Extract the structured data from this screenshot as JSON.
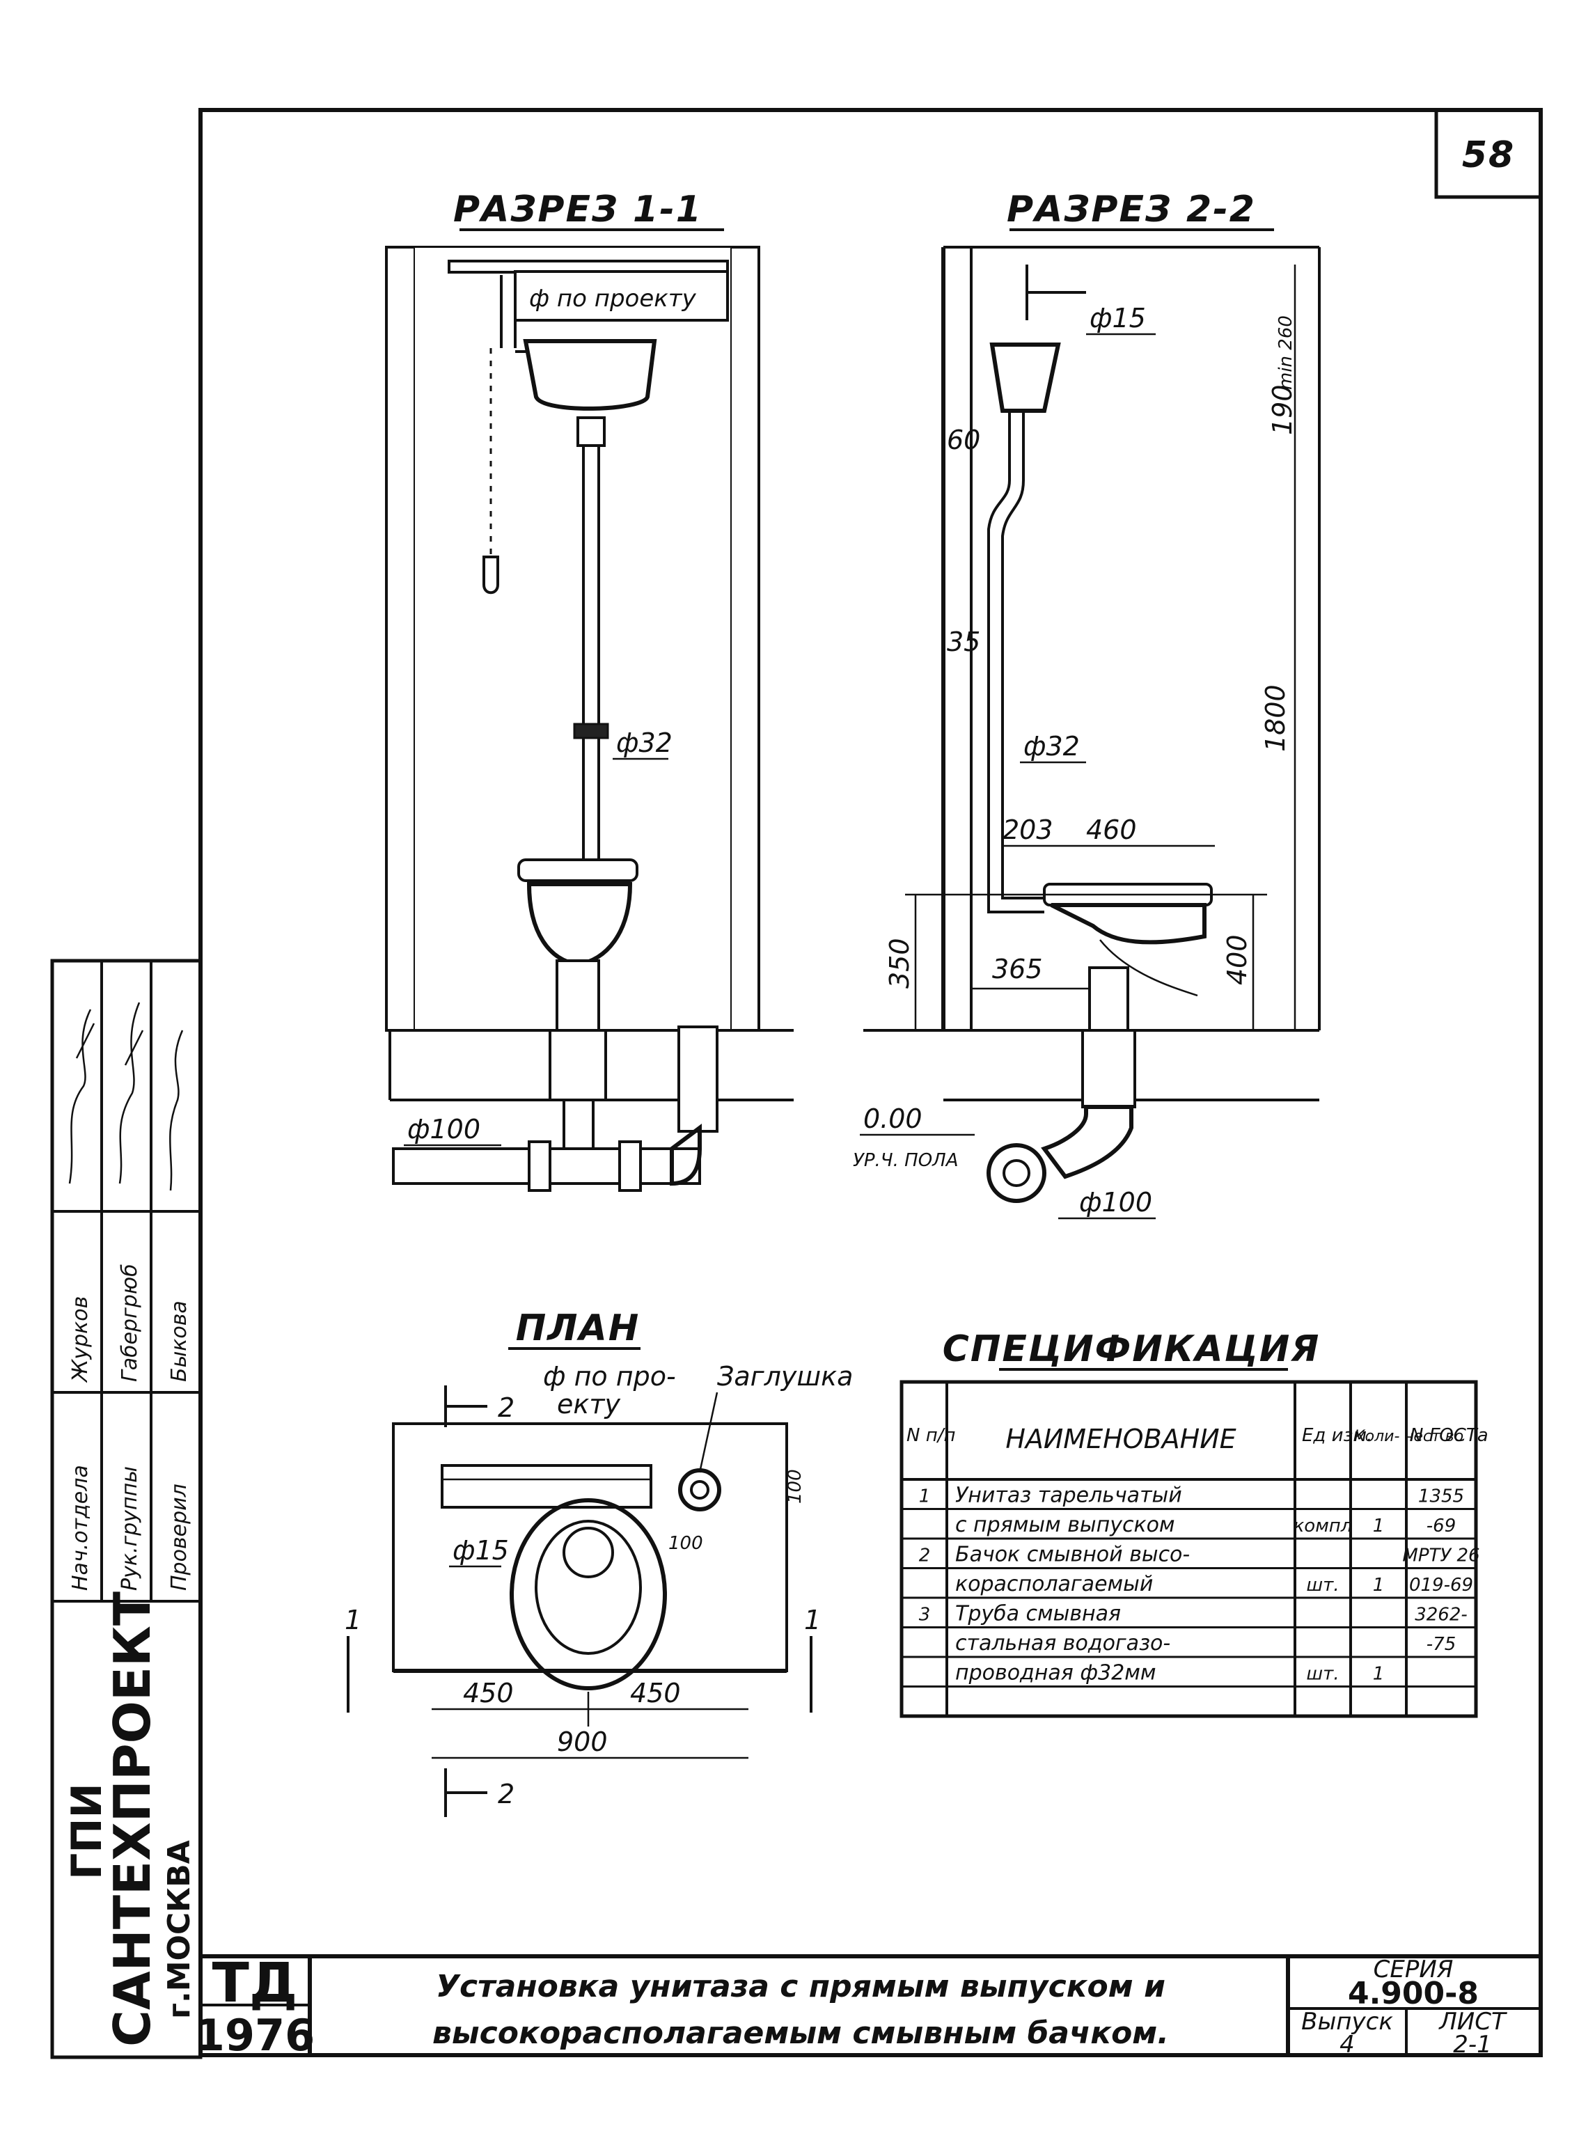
{
  "page_number": "58",
  "sections": {
    "section_1_title": "РАЗРЕЗ 1-1",
    "section_2_title": "РАЗРЕЗ 2-2",
    "plan_title": "ПЛАН"
  },
  "section_1_labels": {
    "phi_project": "ф по проекту",
    "phi32": "ф32",
    "phi100": "ф100"
  },
  "section_2_labels": {
    "phi15": "ф15",
    "dim_min260": "min 260",
    "dim_190": "190",
    "dim_60": "60",
    "dim_35": "35",
    "phi32": "ф32",
    "dim_1800": "1800",
    "dim_203": "203",
    "dim_460": "460",
    "dim_350": "350",
    "dim_365": "365",
    "dim_400": "400",
    "level": "0.00",
    "floor": "УР.Ч. ПОЛА",
    "phi100": "ф100"
  },
  "plan_labels": {
    "phi_project_1": "ф по про-",
    "phi_project_2": "екту",
    "plug": "Заглушка",
    "dim_100a": "100",
    "dim_100b": "100",
    "phi15": "ф15",
    "dim_450_left": "450",
    "dim_450_right": "450",
    "dim_900": "900",
    "cut_2": "2",
    "cut_1": "1"
  },
  "spec": {
    "title": "СПЕЦИФИКАЦИЯ",
    "headers": {
      "num": "N п/п",
      "name": "НАИМЕНОВАНИЕ",
      "unit": "Ед изм.",
      "qty": "Коли- чест во",
      "gost": "N ГОСТа"
    },
    "rows": [
      {
        "num": "1",
        "name": "Унитаз тарельчатый",
        "unit": "",
        "qty": "",
        "gost": "1355"
      },
      {
        "num": "",
        "name": "с прямым выпуском",
        "unit": "компл",
        "qty": "1",
        "gost": "-69"
      },
      {
        "num": "2",
        "name": "Бачок смывной высо-",
        "unit": "",
        "qty": "",
        "gost": "МРТУ 26"
      },
      {
        "num": "",
        "name": "корасполагаемый",
        "unit": "шт.",
        "qty": "1",
        "gost": "019-69"
      },
      {
        "num": "3",
        "name": "Труба смывная",
        "unit": "",
        "qty": "",
        "gost": "3262-"
      },
      {
        "num": "",
        "name": "стальная водогазо-",
        "unit": "",
        "qty": "",
        "gost": "-75"
      },
      {
        "num": "",
        "name": "проводная ф32мм",
        "unit": "шт.",
        "qty": "1",
        "gost": ""
      },
      {
        "num": "",
        "name": "",
        "unit": "",
        "qty": "",
        "gost": ""
      }
    ]
  },
  "stamp": {
    "roles": [
      "Нач.отдела",
      "Рук.группы",
      "Проверил"
    ],
    "names": [
      "Журков",
      "Габергрюб",
      "Быкова"
    ],
    "org_line1": "ГПИ",
    "org_line2": "САНТЕХПРОЕКТ",
    "org_line3": "г.МОСКВА",
    "code": "ТД",
    "year": "1976",
    "caption_line1": "Установка унитаза с прямым выпуском и",
    "caption_line2": "высокорасполагаемым смывным бачком.",
    "series_label": "СЕРИЯ",
    "series_value": "4.900-8",
    "issue_label": "Выпуск",
    "issue_value": "4",
    "sheet_label": "ЛИСТ",
    "sheet_value": "2-1"
  }
}
